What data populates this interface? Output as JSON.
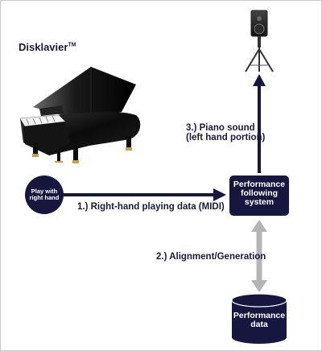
{
  "title": {
    "text": "Disklavier",
    "mark": "TM"
  },
  "nodes": {
    "hand": [
      "Play with",
      "right hand"
    ],
    "system": [
      "Performance",
      "following",
      "system"
    ],
    "data": [
      "Performance",
      "data"
    ]
  },
  "edges": {
    "midi": "1.) Right-hand playing data (MIDI)",
    "align": "2.) Alignment/Generation",
    "sound_line1": "3.) Piano sound",
    "sound_line2": "(left hand portion)"
  },
  "colors": {
    "navy": "#16163f",
    "gray_arrow": "#b4b4b4",
    "text": "#1a1a3a"
  },
  "icons": [
    "grand-piano-icon",
    "speaker-on-stand-icon",
    "database-cylinder-icon"
  ]
}
